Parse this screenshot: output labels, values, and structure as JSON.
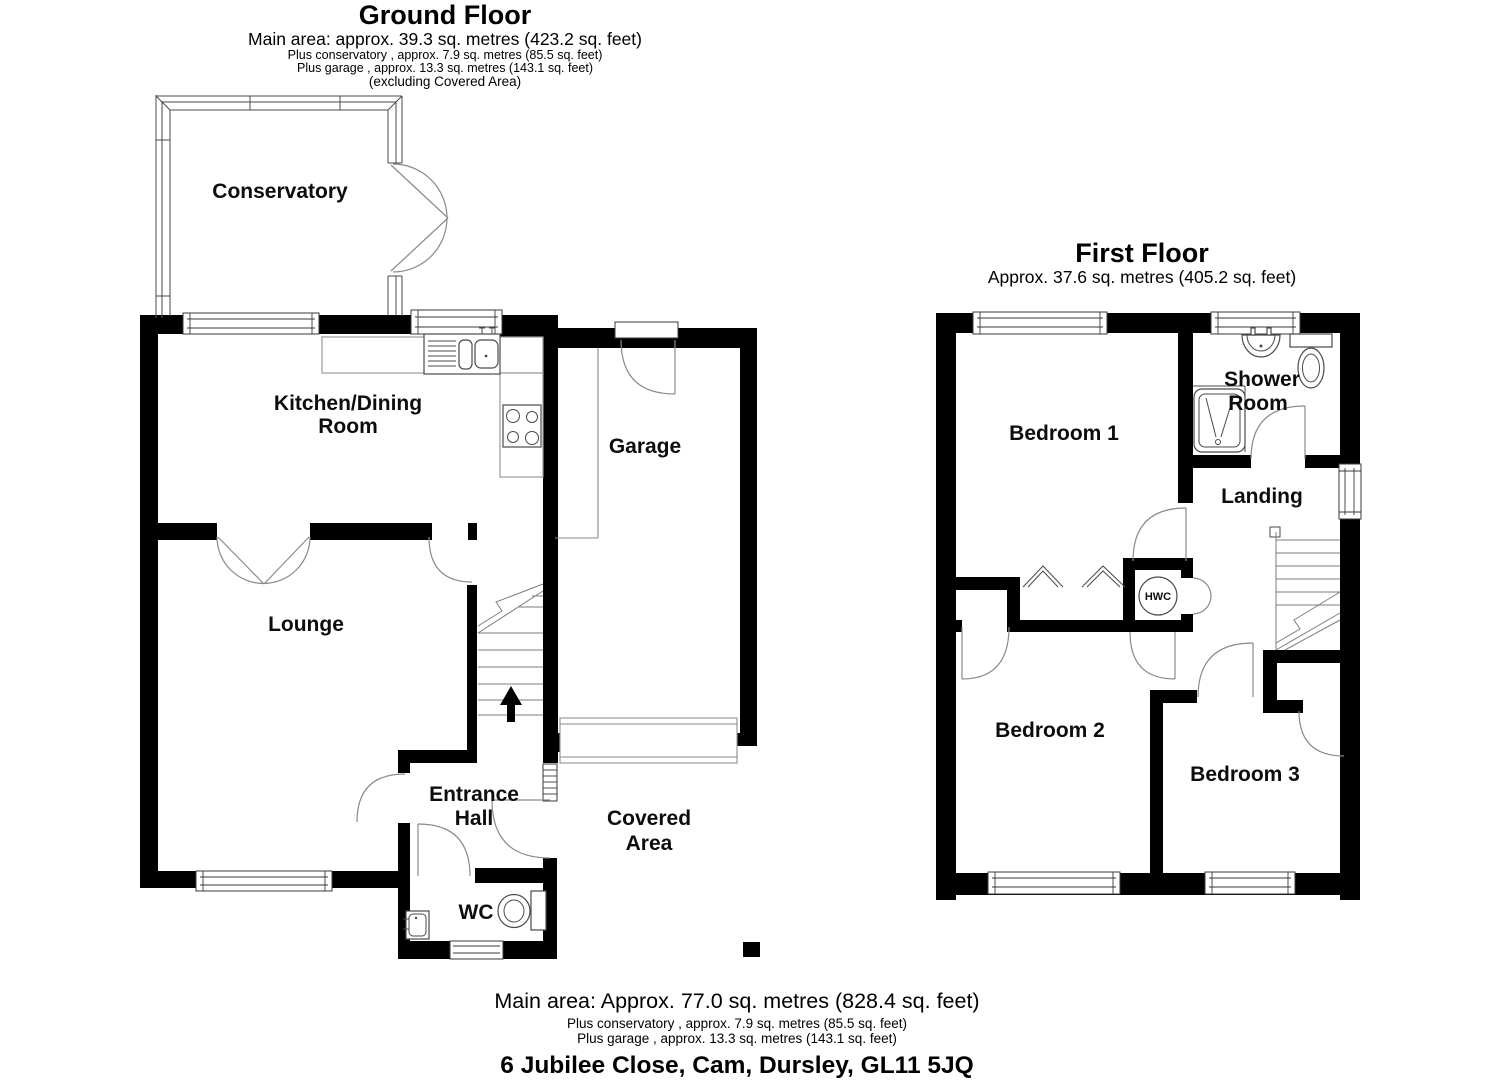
{
  "ground": {
    "title": "Ground Floor",
    "area": "Main area: approx. 39.3 sq. metres (423.2 sq. feet)",
    "plus_conservatory": "Plus conservatory , approx. 7.9 sq. metres (85.5 sq. feet)",
    "plus_garage": "Plus garage , approx. 13.3 sq. metres (143.1 sq. feet)",
    "excluding": "(excluding Covered Area)",
    "rooms": {
      "conservatory": "Conservatory",
      "kitchen_line1": "Kitchen/Dining",
      "kitchen_line2": "Room",
      "garage": "Garage",
      "lounge": "Lounge",
      "hall_line1": "Entrance",
      "hall_line2": "Hall",
      "covered_line1": "Covered",
      "covered_line2": "Area",
      "wc": "WC"
    }
  },
  "first": {
    "title": "First Floor",
    "area": "Approx. 37.6 sq. metres (405.2 sq. feet)",
    "rooms": {
      "bedroom1": "Bedroom 1",
      "shower_line1": "Shower",
      "shower_line2": "Room",
      "landing": "Landing",
      "bedroom2": "Bedroom 2",
      "bedroom3": "Bedroom 3",
      "hwc": "HWC"
    }
  },
  "footer": {
    "main_area": "Main area: Approx. 77.0 sq. metres (828.4 sq. feet)",
    "plus_conservatory": "Plus conservatory , approx. 7.9 sq. metres (85.5 sq. feet)",
    "plus_garage": "Plus garage , approx. 13.3 sq. metres (143.1 sq. feet)",
    "address": "6 Jubilee Close, Cam, Dursley, GL11 5JQ"
  },
  "colors": {
    "wall": "#000000",
    "line": "#4a4a4a",
    "door_arc": "#8a8a8a"
  }
}
